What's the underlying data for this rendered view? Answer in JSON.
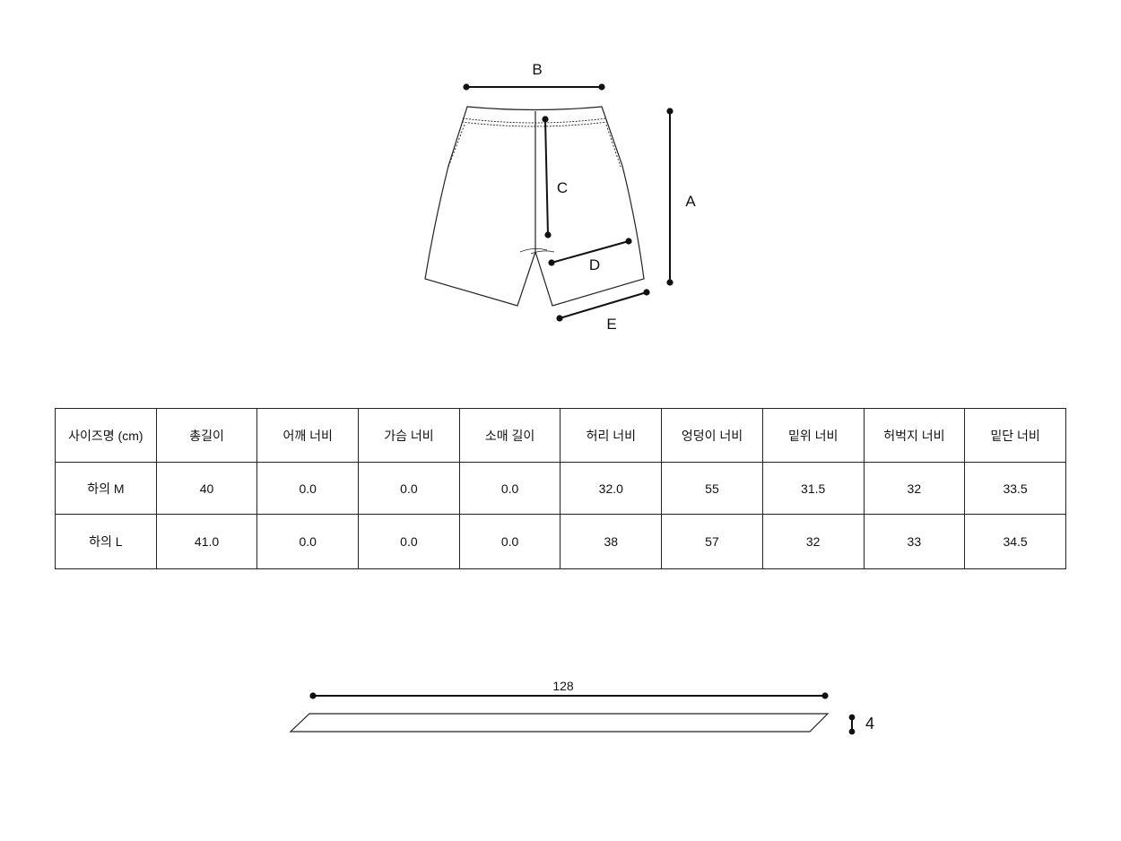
{
  "diagram": {
    "labels": {
      "a": "A",
      "b": "B",
      "c": "C",
      "d": "D",
      "e": "E"
    }
  },
  "size_table": {
    "headers": [
      "사이즈명 (cm)",
      "총길이",
      "어깨 너비",
      "가슴 너비",
      "소매 길이",
      "허리 너비",
      "엉덩이 너비",
      "밑위 너비",
      "허벅지 너비",
      "밑단 너비"
    ],
    "rows": [
      [
        "하의 M",
        "40",
        "0.0",
        "0.0",
        "0.0",
        "32.0",
        "55",
        "31.5",
        "32",
        "33.5"
      ],
      [
        "하의 L",
        "41.0",
        "0.0",
        "0.0",
        "0.0",
        "38",
        "57",
        "32",
        "33",
        "34.5"
      ]
    ]
  },
  "belt": {
    "length_label": "128",
    "width_label": "4"
  }
}
